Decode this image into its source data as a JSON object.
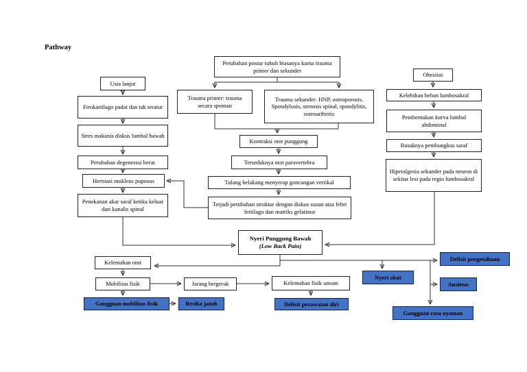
{
  "page": {
    "title": "Pathway"
  },
  "colors": {
    "blue_fill": "#4472C4",
    "border": "#1f1f1f",
    "line": "#2b2b2b",
    "page_bg": "#ffffff"
  },
  "nodes": {
    "usia": {
      "label": "Usia lanjut"
    },
    "firo": {
      "label": "Firokartilago padat dan tak teratur"
    },
    "stres": {
      "label": "Stres makanis diskus lumbal bawah"
    },
    "degen": {
      "label": "Perubahan degenerasi berat"
    },
    "herniasi": {
      "label": "Herniasi mukleus puposus"
    },
    "penekanan": {
      "label": "Penekanan akar saraf ketika keluar dari kanalis spinal"
    },
    "postur": {
      "label": "Perubahan postur tubuh biasanya karna trauma primer dan sekunder"
    },
    "trauma_primer": {
      "label": "Trauma primer: trauma secara spontan"
    },
    "trauma_sekunder": {
      "label": "Trauma sekunder: HNP, osteoporosis. Spondylosis, stenosis spinal, spondylitis, osteoarthritis"
    },
    "kontraksi": {
      "label": "Kontraksi otot punggung"
    },
    "tersedak": {
      "label": "Tersedaknya otot paravertebra"
    },
    "tulang": {
      "label": "Tulang belakang menyerap goncangan vertikal"
    },
    "terjadi": {
      "label": "Terjadi perubahan struktur dengan diskus susun atas febri fertilago dan matriks gelatinus"
    },
    "obesitas": {
      "label": "Obesitas"
    },
    "kelebihan": {
      "label": "Kelebihan beban lumbosakral"
    },
    "pembentukan": {
      "label": "Pembentukan kurva lumbal abdominal"
    },
    "rusaknya": {
      "label": "Rusaknya pembungkus saraf"
    },
    "hiperalgesia": {
      "label": "Hiperalgesia sekunder pada neuron di sekitar lesi pada regio lumbosakral"
    },
    "npb": {
      "label": "Nyeri Punggung Bawah",
      "sublabel": "(Low Back Pain)"
    },
    "kelemahan_otot": {
      "label": "Kelemahan otot"
    },
    "mobilitas": {
      "label": "Mobilitas fisik"
    },
    "jarang": {
      "label": "Jarang bergerak"
    },
    "kelemahan_fisik": {
      "label": "Kelemahan fisik umum"
    },
    "gangguan_mobilitas": {
      "label": "Gangguan mobilitas fisik"
    },
    "resiko": {
      "label": "Resiko jatuh"
    },
    "defisit_perawatan": {
      "label": "Defisit perawatan diri"
    },
    "nyeri_akut": {
      "label": "Nyeri akut"
    },
    "defisit_pengetahuan": {
      "label": "Defisit pengetahuan"
    },
    "ansietas": {
      "label": "Ansietas"
    },
    "gangguan_rasa": {
      "label": "Gangguan rasa nyaman"
    }
  }
}
